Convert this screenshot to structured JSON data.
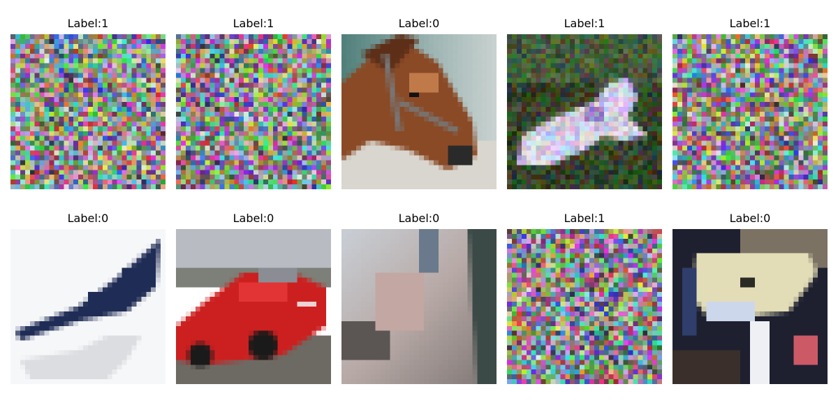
{
  "grid": {
    "panels": [
      {
        "label": "Label:1",
        "content": "random-color-noise"
      },
      {
        "label": "Label:1",
        "content": "random-color-noise"
      },
      {
        "label": "Label:0",
        "content": "horse-head-photo"
      },
      {
        "label": "Label:1",
        "content": "noisy-white-dog-photo"
      },
      {
        "label": "Label:1",
        "content": "random-color-noise"
      },
      {
        "label": "Label:0",
        "content": "airplane-photo"
      },
      {
        "label": "Label:0",
        "content": "red-car-photo"
      },
      {
        "label": "Label:0",
        "content": "blurry-animal-photo"
      },
      {
        "label": "Label:1",
        "content": "random-color-noise"
      },
      {
        "label": "Label:0",
        "content": "blurry-truck-photo"
      }
    ]
  }
}
